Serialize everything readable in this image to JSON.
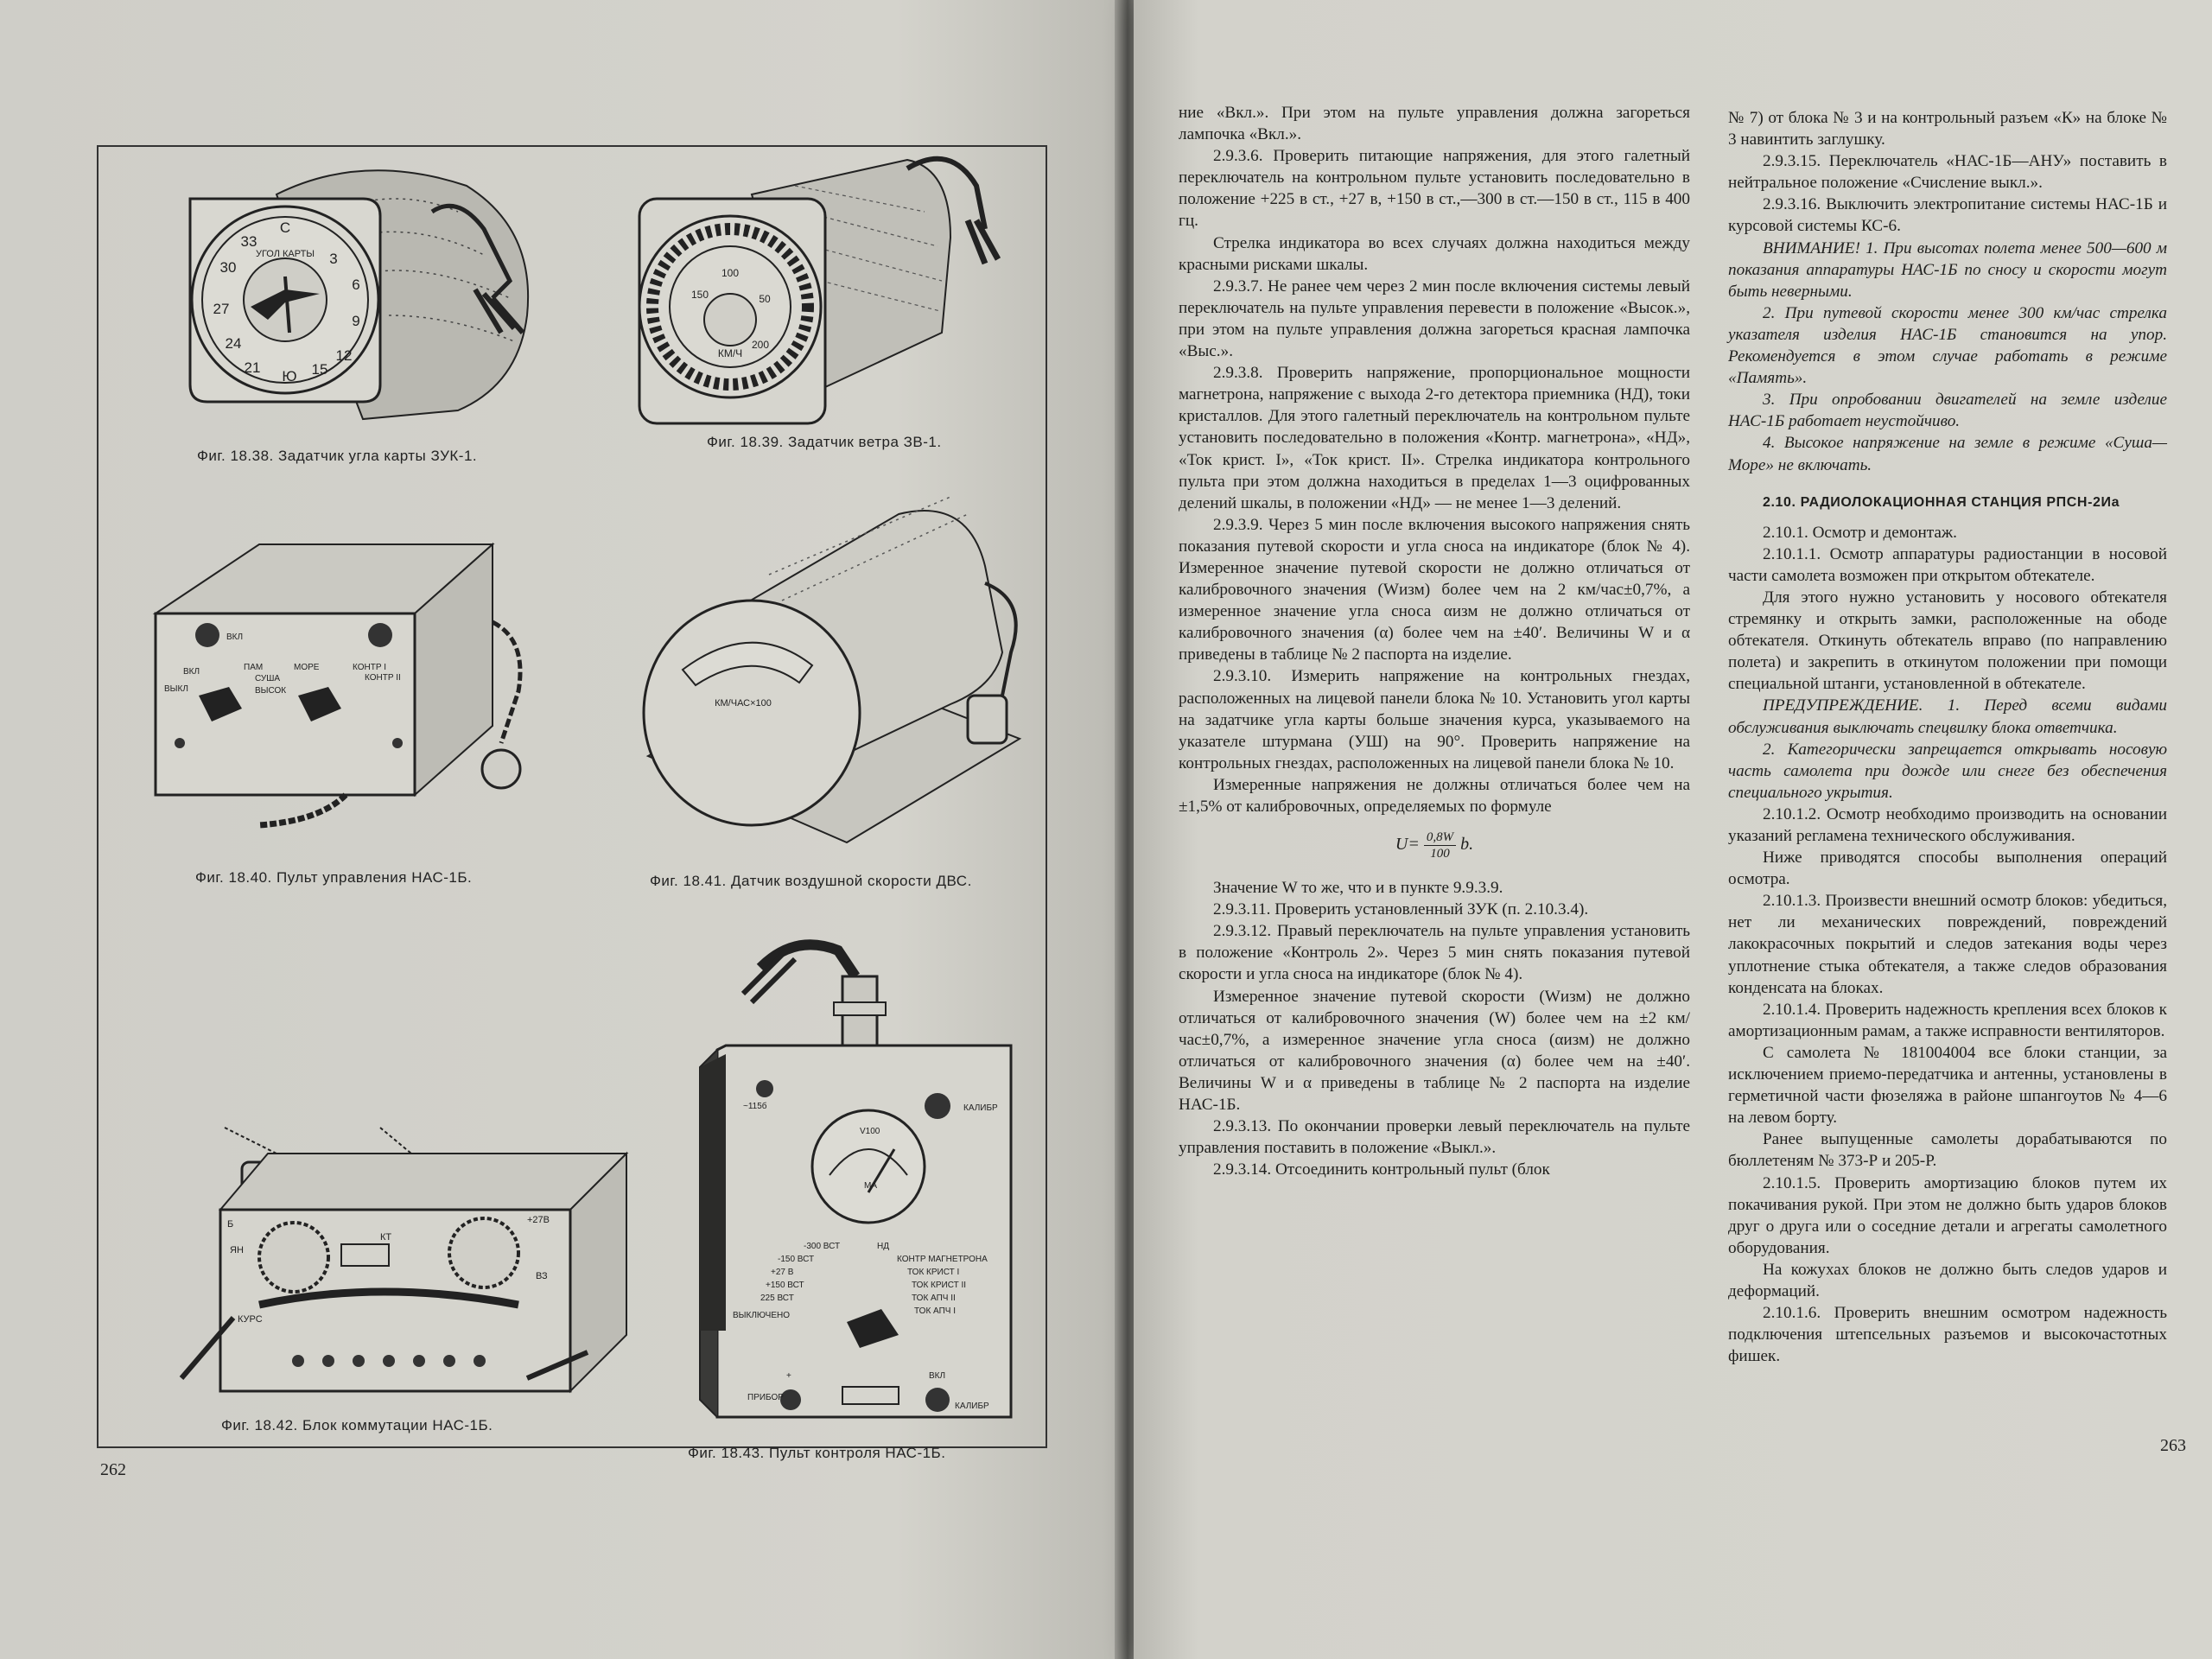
{
  "left_page": {
    "page_number": "262",
    "captions": {
      "f38": "Фиг. 18.38. Задатчик угла карты ЗУК-1.",
      "f39": "Фиг. 18.39. Задатчик ветра ЗВ-1.",
      "f40": "Фиг. 18.40. Пульт управления НАС-1Б.",
      "f41": "Фиг. 18.41. Датчик воздушной скорости ДВС.",
      "f42": "Фиг. 18.42. Блок коммутации НАС-1Б.",
      "f43": "Фиг. 18.43. Пульт контроля НАС-1Б."
    },
    "labels": {
      "zuk_dial": [
        "С",
        "33",
        "3",
        "30",
        "6",
        "27",
        "9",
        "24",
        "12",
        "21",
        "Ю",
        "15"
      ],
      "zuk_text": "УГОЛ КАРТЫ",
      "zv_dial": [
        "100",
        "50",
        "200",
        "150",
        "КМ/Ч"
      ],
      "panel": [
        "ВКЛ",
        "ВКЛ",
        "ПАМ",
        "МОРЕ",
        "КОНТР I",
        "КОНТР II",
        "СУША",
        "ВЫКЛ",
        "ВЫСОК"
      ],
      "dvs": "КМ/ЧАС×100",
      "kontrol_top": [
        "~115б",
        "КАЛИБР",
        "V100",
        "МА"
      ],
      "kontrol_switch": [
        "-300 ВСТ",
        "-150 ВСТ",
        "+27 В",
        "+150 ВСТ",
        "225 ВСТ",
        "ВЫКЛЮЧЕНО",
        "НД",
        "КОНТР МАГНЕТРОНА",
        "ТОК КРИСТ I",
        "ТОК КРИСТ II",
        "ТОК АПЧ II",
        "ТОК АПЧ I"
      ],
      "kontrol_bottom": [
        "+",
        "ПРИБОР",
        "ВКЛ",
        "КАЛИБР"
      ],
      "kommut": [
        "Б",
        "ЯН",
        "КУРС",
        "КТ",
        "+27В",
        "ВЗ"
      ]
    }
  },
  "right_page": {
    "page_number": "263",
    "col1": {
      "paras": [
        {
          "t": "ние «Вкл.». При этом на пульте управления должна загореться лампочка «Вкл.».",
          "ni": true
        },
        {
          "t": "2.9.3.6. Проверить питающие напряжения, для этого галетный переключатель на контрольном пульте установить последовательно в положение +225 в ст., +27 в, +150 в ст.,—300 в ст.—150 в ст., 115 в 400 гц."
        },
        {
          "t": "Стрелка индикатора во всех случаях должна находиться между красными рисками шкалы."
        },
        {
          "t": "2.9.3.7. Не ранее чем через 2 мин после включения системы левый переключатель на пульте управления перевести в положение «Высок.», при этом на пульте управления должна загореться красная лампочка «Выс.»."
        },
        {
          "t": "2.9.3.8. Проверить напряжение, пропорциональное мощности магнетрона, напряжение с выхода 2-го детектора приемника (НД), токи кристаллов. Для этого галетный переключатель на контрольном пульте установить последовательно в положения «Контр. магнетрона», «НД», «Ток крист. I», «Ток крист. II». Стрелка индикатора контрольного пульта при этом должна находиться в пределах 1—3 оцифрованных делений шкалы, в положении «НД» — не менее 1—3 делений."
        },
        {
          "t": "2.9.3.9. Через 5 мин после включения высокого напряжения снять показания путевой скорости и угла сноса на индикаторе (блок № 4). Измеренное значение путевой скорости не должно отличаться от калибровочного значения (Wизм) более чем на 2 км/час±0,7%, а измеренное значение угла сноса αизм не должно отличаться от калибровочного значения (α) более чем на ±40′. Величины W и α приведены в таблице № 2 паспорта на изделие."
        },
        {
          "t": "2.9.3.10. Измерить напряжение на контрольных гнездах, расположенных на лицевой панели блока № 10. Установить угол карты на задатчике угла карты больше значения курса, указываемого на указателе штурмана (УШ) на 90°. Проверить напряжение на контрольных гнездах, расположенных на лицевой панели блока № 10."
        },
        {
          "t": "Измеренные напряжения не должны отличаться более чем на ±1,5% от калибровочных, определяемых по формуле"
        }
      ],
      "formula": {
        "lhs": "U=",
        "num": "0,8W",
        "den": "100",
        "rhs": "b."
      },
      "paras2": [
        {
          "t": "Значение W то же, что и в пункте 9.9.3.9."
        },
        {
          "t": "2.9.3.11. Проверить установленный ЗУК (п. 2.10.3.4)."
        },
        {
          "t": "2.9.3.12. Правый переключатель на пульте управления установить в положение «Контроль 2». Через 5 мин снять показания путевой скорости и угла сноса на индикаторе (блок № 4)."
        },
        {
          "t": "Измеренное значение путевой скорости (Wизм) не должно отличаться от калибровочного значения (W) более чем на ±2 км/час±0,7%, а измеренное значение угла сноса (αизм) не должно отличаться от калибровочного значения (α) более чем на ±40′. Величины W и α приведены в таблице № 2 паспорта на изделие НАС-1Б."
        },
        {
          "t": "2.9.3.13. По окончании проверки левый переключатель на пульте управления поставить в положение «Выкл.»."
        },
        {
          "t": "2.9.3.14. Отсоединить контрольный пульт (блок"
        }
      ]
    },
    "col2": {
      "paras": [
        {
          "t": "№ 7) от блока № 3 и на контрольный разъем «К» на блоке № 3 навинтить заглушку.",
          "ni": true
        },
        {
          "t": "2.9.3.15. Переключатель «НАС-1Б—АНУ» поставить в нейтральное положение «Счисление выкл.»."
        },
        {
          "t": "2.9.3.16. Выключить электропитание системы НАС-1Б и курсовой системы КС-6."
        },
        {
          "t": "ВНИМАНИЕ! 1. При высотах полета менее 500—600 м показания аппаратуры НАС-1Б по сносу и скорости могут быть неверными.",
          "it": true
        },
        {
          "t": "2. При путевой скорости менее 300 км/час стрелка указателя изделия НАС-1Б становится на упор. Рекомендуется в этом случае работать в режиме «Память».",
          "it": true
        },
        {
          "t": "3. При опробовании двигателей на земле изделие НАС-1Б работает неустойчиво.",
          "it": true
        },
        {
          "t": "4. Высокое напряжение на земле в режиме «Суша—Море» не включать.",
          "it": true
        }
      ],
      "heading": "2.10. РАДИОЛОКАЦИОННАЯ СТАНЦИЯ РПСН-2Иа",
      "paras2": [
        {
          "t": "2.10.1. Осмотр и демонтаж."
        },
        {
          "t": "2.10.1.1. Осмотр аппаратуры радиостанции в носовой части самолета возможен при открытом обтекателе."
        },
        {
          "t": "Для этого нужно установить у носового обтекателя стремянку и открыть замки, расположенные на ободе обтекателя. Откинуть обтекатель вправо (по направлению полета) и закрепить в откинутом положении при помощи специальной штанги, установленной в обтекателе."
        },
        {
          "t": "ПРЕДУПРЕЖДЕНИЕ. 1. Перед всеми видами обслуживания выключать спецвилку блока ответчика.",
          "it": true
        },
        {
          "t": "2. Категорически запрещается открывать носовую часть самолета при дожде или снеге без обеспечения специального укрытия.",
          "it": true
        },
        {
          "t": "2.10.1.2. Осмотр необходимо производить на основании указаний регламена технического обслуживания."
        },
        {
          "t": "Ниже приводятся способы выполнения операций осмотра."
        },
        {
          "t": "2.10.1.3. Произвести внешний осмотр блоков: убедиться, нет ли механических повреждений, повреждений лакокрасочных покрытий и следов затекания воды через уплотнение стыка обтекателя, а также следов образования конденсата на блоках."
        },
        {
          "t": "2.10.1.4. Проверить надежность крепления всех блоков к амортизационным рамам, а также исправности вентиляторов."
        },
        {
          "t": "С самолета № 181004004 все блоки станции, за исключением приемо-передатчика и антенны, установлены в герметичной части фюзеляжа в районе шпангоутов № 4—6 на левом борту."
        },
        {
          "t": "Ранее выпущенные самолеты дорабатываются по бюллетеням № 373-Р и 205-Р."
        },
        {
          "t": "2.10.1.5. Проверить амортизацию блоков путем их покачивания рукой. При этом не должно быть ударов блоков друг о друга или о соседние детали и агрегаты самолетного оборудования."
        },
        {
          "t": "На кожухах блоков не должно быть следов ударов и деформаций."
        },
        {
          "t": "2.10.1.6. Проверить внешним осмотром надежность подключения штепсельных разъемов и высокочастотных фишек."
        }
      ]
    }
  }
}
